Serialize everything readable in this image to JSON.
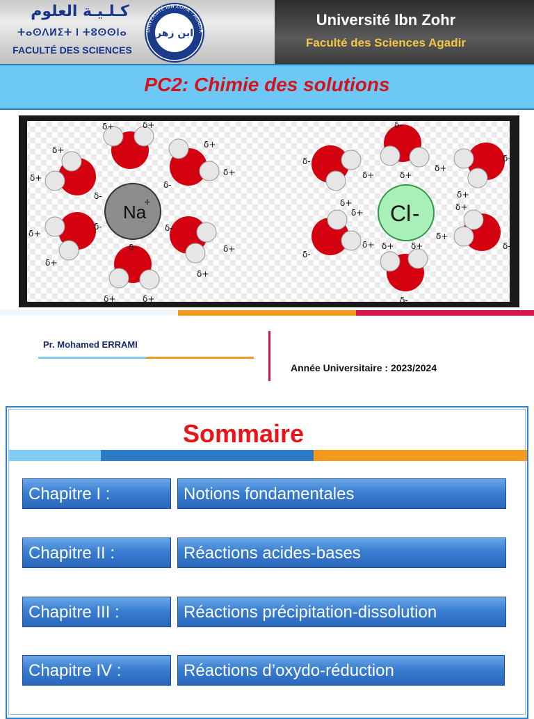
{
  "header": {
    "faculty_arabic": "كـلـيـة العلوم",
    "faculty_tifinagh": "ⵜⴰⵙⴷⵍⵉⵜ ⵏ ⵜⵓⵙⵙⵏⴰ",
    "faculty_french": "FACULTÉ DES SCIENCES",
    "university": "Université Ibn Zohr",
    "faculty": "Faculté des Sciences Agadir",
    "seal_center": "ابن زهر",
    "seal_ring": "UNIVERSITÉ IBN ZOHR - AGADIR"
  },
  "course": {
    "title": "PC2: Chimie des solutions"
  },
  "illustration": {
    "cation": "Na",
    "cation_charge": "+",
    "anion": "Cl",
    "anion_charge": "-",
    "delta_plus": "δ+",
    "delta_minus": "δ-",
    "colors": {
      "oxygen": "#d4000f",
      "hydrogen": "#e6e6e6",
      "na": "#8c8c8c",
      "cl": "#a8f0b8"
    }
  },
  "author": {
    "name": "Pr. Mohamed ERRAMI"
  },
  "year": {
    "label": "Année Universitaire : 2023/2024"
  },
  "sommaire": {
    "title": "Sommaire",
    "chapters": [
      {
        "num": "Chapitre I :",
        "title": "Notions fondamentales"
      },
      {
        "num": "Chapitre II :",
        "title": "Réactions acides-bases"
      },
      {
        "num": "Chapitre III :",
        "title": "Réactions précipitation-dissolution"
      },
      {
        "num": "Chapitre IV :",
        "title": "Réactions d’oxydo-réduction"
      }
    ]
  }
}
